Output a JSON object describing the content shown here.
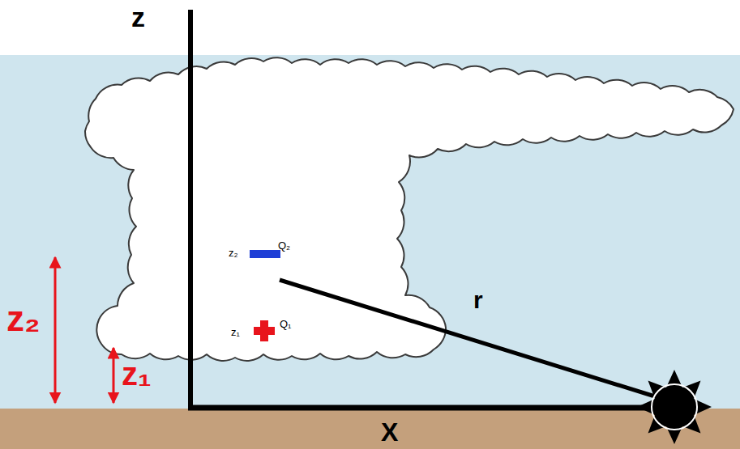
{
  "diagram": {
    "labels": [
      "z",
      "z₂",
      "Q₂",
      "z₁",
      "Q₁",
      "r",
      "z₂",
      "z₁",
      "X"
    ]
  }
}
